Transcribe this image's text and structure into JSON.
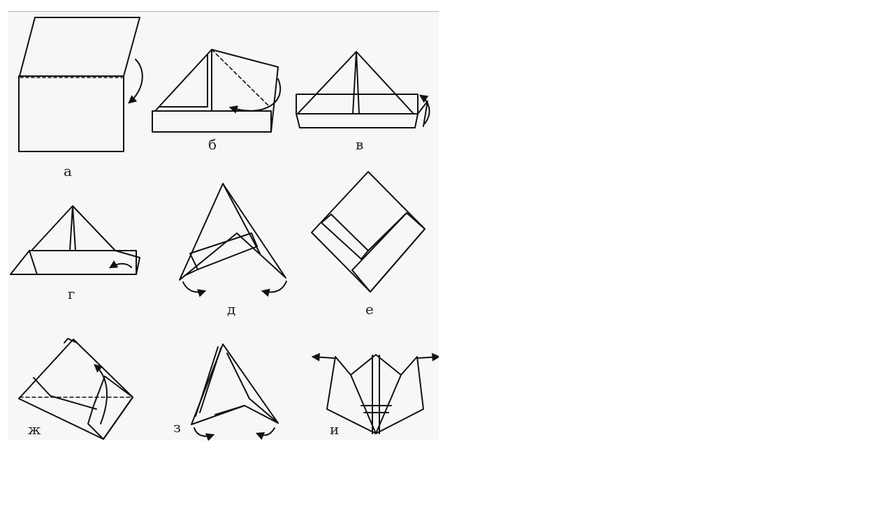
{
  "figure": {
    "steps": [
      {
        "id": "a",
        "label": "а"
      },
      {
        "id": "b",
        "label": "б"
      },
      {
        "id": "v",
        "label": "в"
      },
      {
        "id": "g",
        "label": "г"
      },
      {
        "id": "d",
        "label": "д"
      },
      {
        "id": "e",
        "label": "е"
      },
      {
        "id": "zh",
        "label": "ж"
      },
      {
        "id": "z",
        "label": "з"
      },
      {
        "id": "i",
        "label": "и"
      }
    ]
  }
}
